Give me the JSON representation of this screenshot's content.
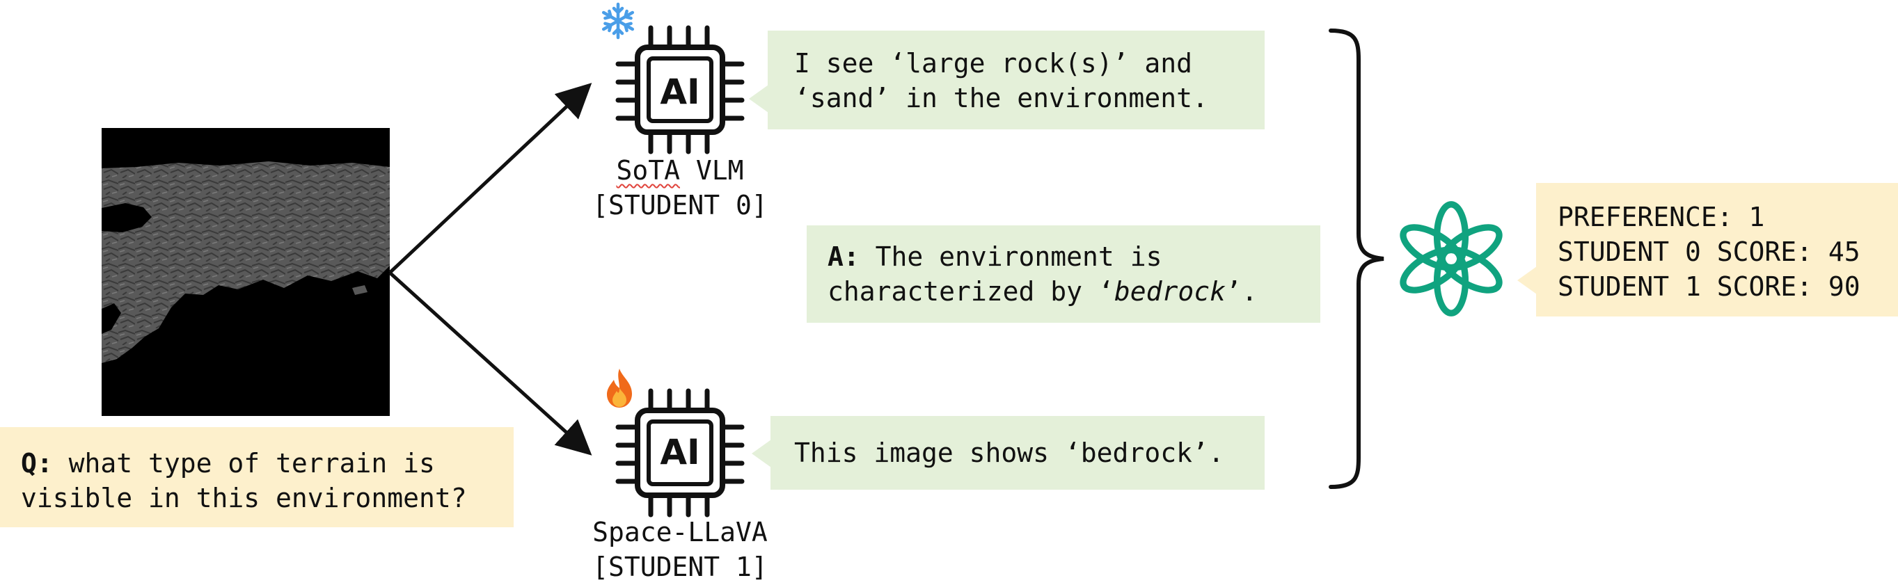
{
  "question": {
    "prefix": "Q:",
    "line1": " what type of terrain is",
    "line2": "visible in this environment?"
  },
  "student0": {
    "name_part1": "SoTA",
    "name_part2": " VLM",
    "id": "[STUDENT 0]",
    "chip_text": "AI",
    "badge_icon": "snowflake-icon",
    "response_line1": "I see ‘large rock(s)’ and",
    "response_line2": "‘sand’ in the environment."
  },
  "student1": {
    "name": "Space-LLaVA",
    "id": "[STUDENT 1]",
    "chip_text": "AI",
    "badge_icon": "fire-icon",
    "response": "This image shows ‘bedrock’."
  },
  "answer": {
    "prefix": "A:",
    "line1": " The environment is",
    "line2_pre": "characterized by ‘",
    "line2_term": "bedrock",
    "line2_post": "’."
  },
  "judge": {
    "icon": "openai-logo-icon",
    "preference": "PREFERENCE: 1",
    "score0": "STUDENT 0 SCORE: 45",
    "score1": "STUDENT 1 SCORE: 90"
  },
  "colors": {
    "response_bg": "#e4f0d9",
    "question_bg": "#fdf0cc",
    "judge_icon": "#10a37f",
    "snowflake": "#4a9ee8",
    "flame": "#f06a1a"
  }
}
